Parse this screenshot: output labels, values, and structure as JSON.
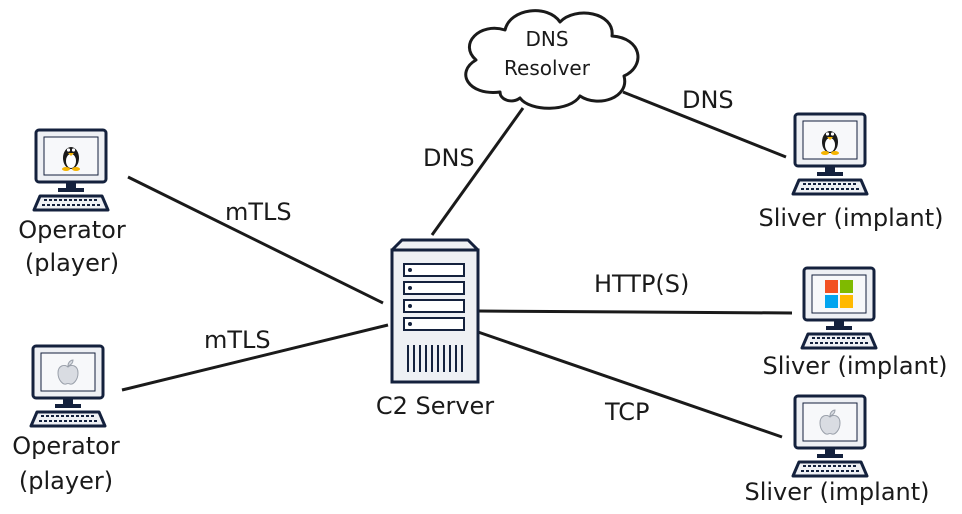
{
  "nodes": {
    "cloud": {
      "line1": "DNS",
      "line2": "Resolver"
    },
    "c2": {
      "label": "C2 Server"
    },
    "operator_linux": {
      "line1": "Operator",
      "line2": "(player)",
      "os_icon": "penguin-icon"
    },
    "operator_mac": {
      "line1": "Operator",
      "line2": "(player)",
      "os_icon": "apple-icon"
    },
    "implant_linux": {
      "label": "Sliver (implant)",
      "os_icon": "penguin-icon"
    },
    "implant_windows": {
      "label": "Sliver (implant)",
      "os_icon": "windows-icon"
    },
    "implant_mac": {
      "label": "Sliver (implant)",
      "os_icon": "apple-icon"
    }
  },
  "edges": {
    "op1_c2": "mTLS",
    "op2_c2": "mTLS",
    "c2_dns": "DNS",
    "dns_implant": "DNS",
    "c2_windows": "HTTP(S)",
    "c2_mac": "TCP"
  },
  "colors": {
    "line": "#1a1a1a",
    "navy": "#14213d",
    "screen": "#eef0f4",
    "win_red": "#f25022",
    "win_green": "#7fba00",
    "win_blue": "#00a4ef",
    "win_yellow": "#ffb900"
  }
}
